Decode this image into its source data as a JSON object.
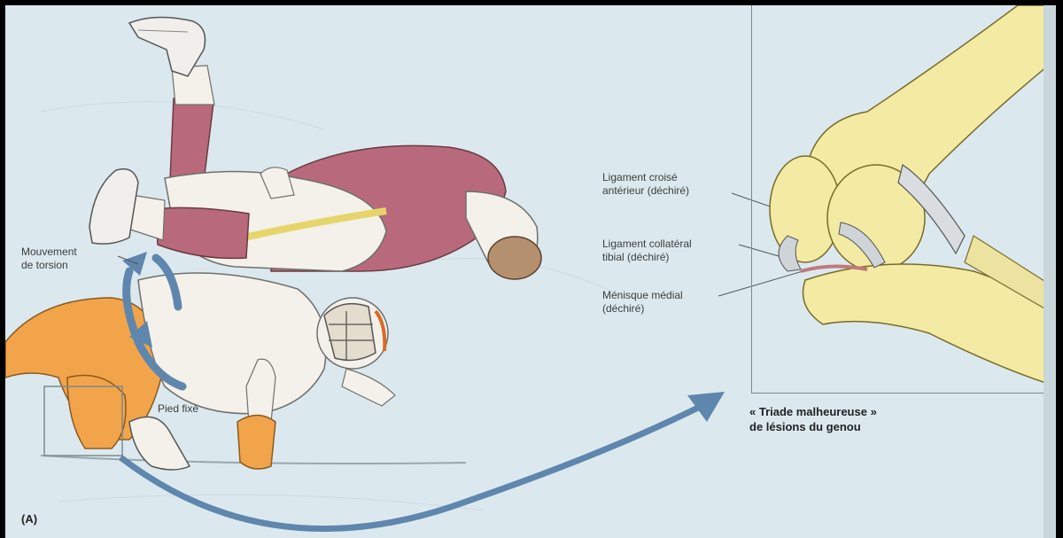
{
  "labels": {
    "torsion": "Mouvement\nde torsion",
    "fixed_foot": "Pied fixé",
    "acl": "Ligament croisé\nantérieur (déchiré)",
    "mcl": "Ligament collatéral\ntibial (déchiré)",
    "meniscus": "Ménisque médial\n(déchiré)"
  },
  "caption": "« Triade malheureuse »\nde lésions du genou",
  "panel": "(A)",
  "colors": {
    "background": "#dbe9ee",
    "arrow": "#5f86ad",
    "bone": "#f3eaa4",
    "jersey_red": "#b5687a",
    "jersey_orange": "#f2a44a",
    "white_uniform": "#f4f1ea"
  }
}
